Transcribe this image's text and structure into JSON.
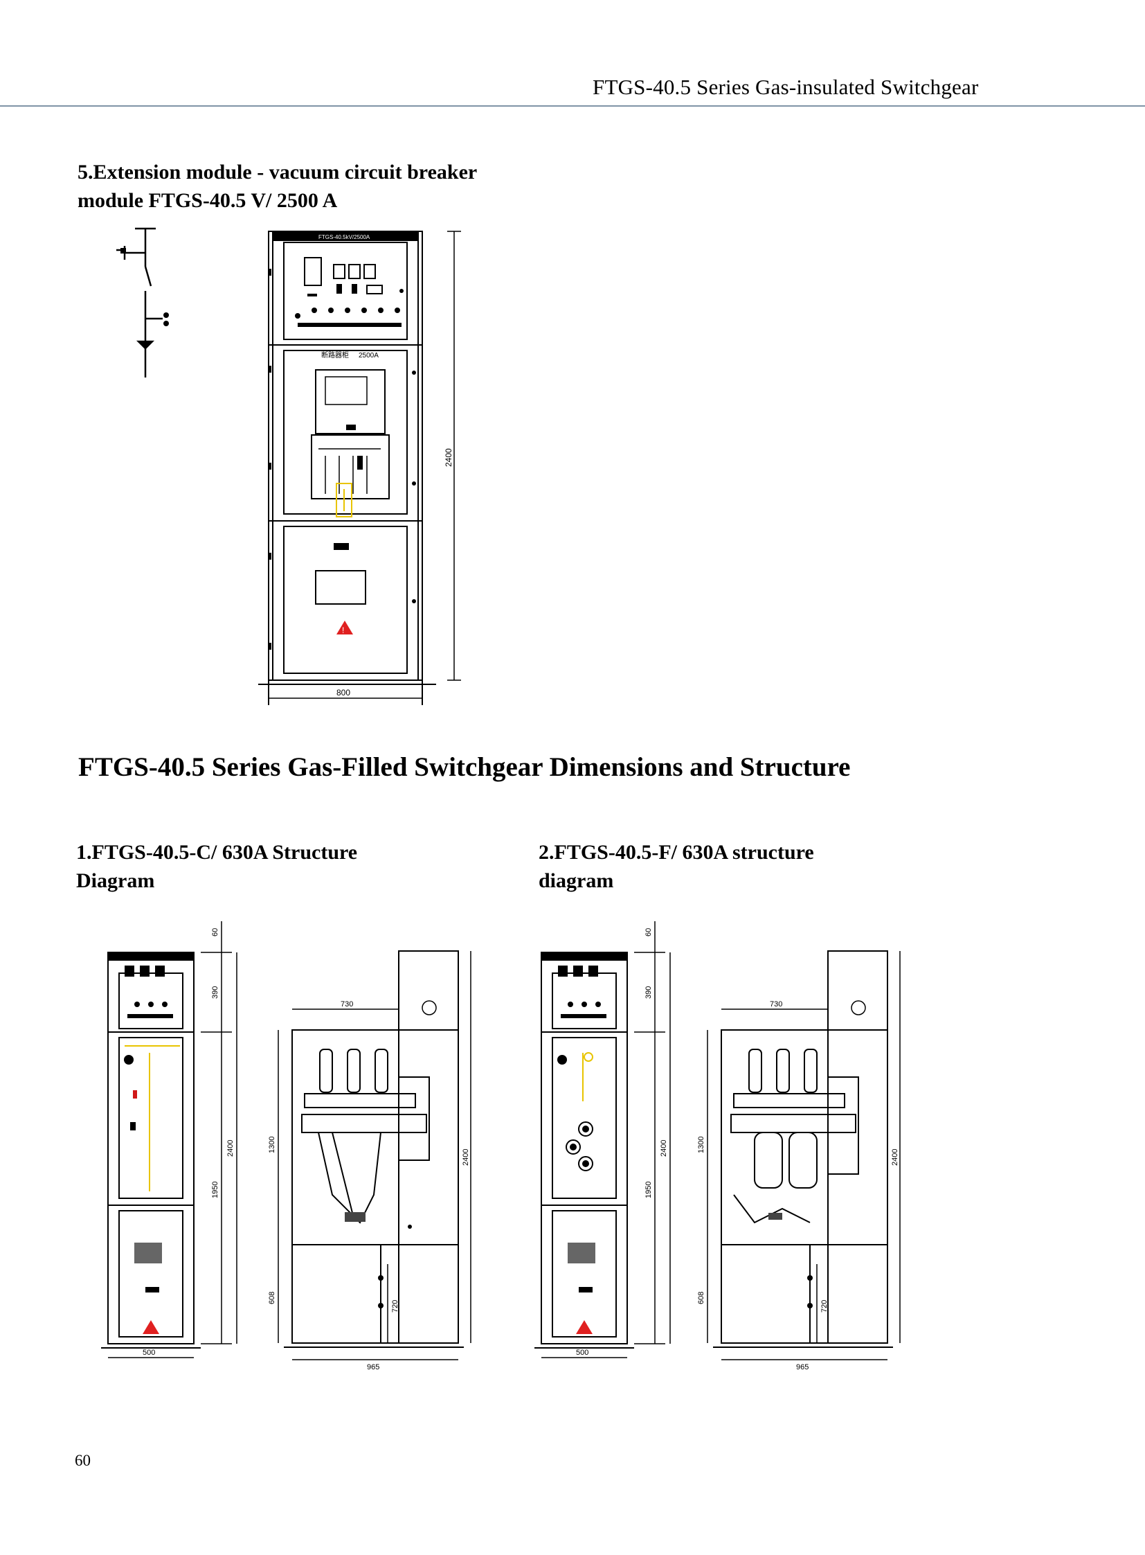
{
  "header": {
    "title": "FTGS-40.5 Series Gas-insulated Switchgear"
  },
  "section5": {
    "heading_line1": "5.Extension module - vacuum circuit breaker",
    "heading_line2": "module FTGS-40.5 V/ 2500 A",
    "drawing": {
      "nameplate": "FTGS-40.5kV/2500A",
      "module_label": "断路器柜",
      "rating_label": "2500A",
      "dim_height": "2400",
      "dim_width": "800"
    }
  },
  "main_heading": "FTGS-40.5 Series Gas-Filled Switchgear Dimensions and Structure",
  "structure1": {
    "heading_line1": "1.FTGS-40.5-C/ 630A Structure",
    "heading_line2": "Diagram",
    "dims": {
      "top": "60",
      "upper": "390",
      "total": "2400",
      "door": "1950",
      "front_width": "500",
      "depth_top": "730",
      "depth_total": "965",
      "inner": "1300",
      "lower": "608",
      "lower_depth": "720"
    }
  },
  "structure2": {
    "heading_line1": "2.FTGS-40.5-F/ 630A structure",
    "heading_line2": "diagram",
    "dims": {
      "top": "60",
      "upper": "390",
      "total": "2400",
      "door": "1950",
      "front_width": "500",
      "depth_top": "730",
      "depth_total": "965",
      "inner": "1300",
      "lower": "608",
      "lower_depth": "720"
    }
  },
  "page_number": "60",
  "colors": {
    "rule": "#7f93a6",
    "warning": "#e02020",
    "yellow": "#e8c400",
    "accent_red": "#d01818"
  }
}
